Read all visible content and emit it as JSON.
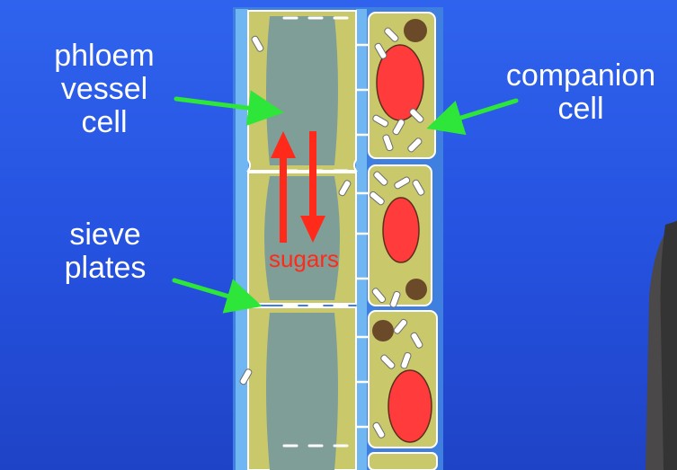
{
  "labels": {
    "phloem_vessel_cell": [
      "phloem",
      "vessel",
      "cell"
    ],
    "sieve_plates": [
      "sieve",
      "plates"
    ],
    "companion_cell": [
      "companion",
      "cell"
    ],
    "sugars": "sugars"
  },
  "colors": {
    "background": "#2a5ae8",
    "cell_wall": "#5aa8ec",
    "cytoplasm": "#c9c86a",
    "vessel_lumen": "#7f9e98",
    "nucleus": "#ff3b3b",
    "organelle": "#6b4a2a",
    "pointer_arrow": "#2ee53a",
    "sugar_arrow": "#ff2a1a"
  }
}
